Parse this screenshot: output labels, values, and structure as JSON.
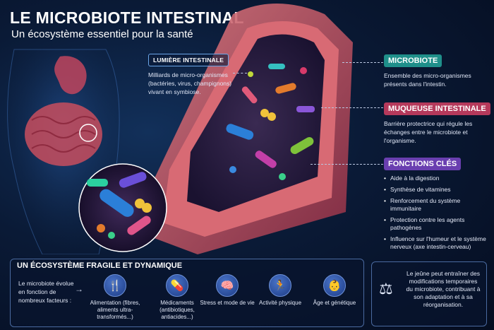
{
  "header": {
    "title": "LE MICROBIOTE INTESTINAL",
    "subtitle": "Un écosystème essentiel pour la santé"
  },
  "callouts": {
    "lumiere": {
      "title": "LUMIÈRE INTESTINALE",
      "text": "Milliards de micro-organismes (bactéries, virus, champignons) vivant en symbiose."
    },
    "microbiote": {
      "title": "MICROBIOTE",
      "text": "Ensemble des micro-organismes présents dans l'intestin."
    },
    "muqueuse": {
      "title": "MUQUEUSE INTESTINALE",
      "text": "Barrière protectrice qui régule les échanges entre le microbiote et l'organisme."
    },
    "fonctions": {
      "title": "FONCTIONS CLÉS",
      "items": [
        "Aide à la digestion",
        "Synthèse de vitamines",
        "Renforcement du système immunitaire",
        "Protection contre les agents pathogènes",
        "Influence sur l'humeur et le système nerveux (axe intestin-cerveau)"
      ]
    }
  },
  "bottom": {
    "title": "UN ÉCOSYSTÈME FRAGILE ET DYNAMIQUE",
    "intro": "Le microbiote évolue en fonction de nombreux facteurs :",
    "arrow": "→",
    "factors": [
      {
        "icon": "fork-knife-icon",
        "glyph": "🍴",
        "label": "Alimentation (fibres, aliments ultra-transformés...)"
      },
      {
        "icon": "pill-icon",
        "glyph": "💊",
        "label": "Médicaments (antibiotiques, antiacides...)"
      },
      {
        "icon": "head-brain-icon",
        "glyph": "🧠",
        "label": "Stress et mode de vie"
      },
      {
        "icon": "running-person-icon",
        "glyph": "🏃",
        "label": "Activité physique"
      },
      {
        "icon": "baby-icon",
        "glyph": "👶",
        "label": "Âge et génétique"
      }
    ]
  },
  "side_note": {
    "icon": "balance-scale-icon",
    "glyph": "⚖",
    "text": "Le jeûne peut entraîner des modifications temporaires du microbiote, contribuant à son adaptation et à sa réorganisation."
  },
  "colors": {
    "microbiote_badge": "#1f8f8a",
    "muqueuse_badge": "#b5395b",
    "fonctions_badge": "#6a3fb0",
    "background": "#0a1a36"
  }
}
